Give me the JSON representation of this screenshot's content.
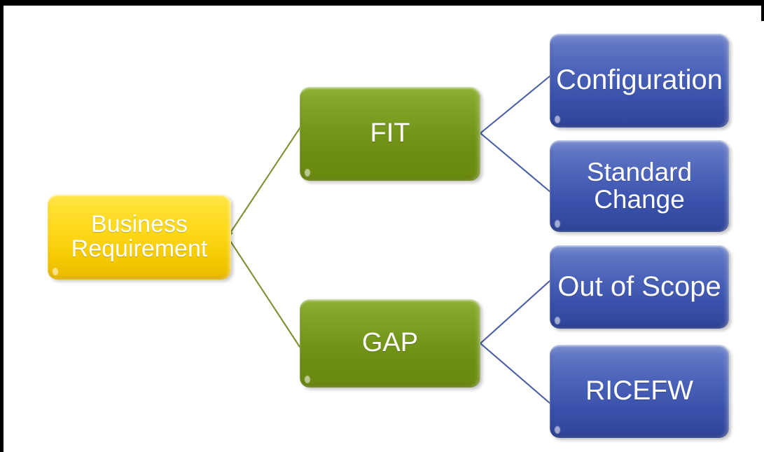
{
  "diagram": {
    "title": "Business Requirement FIT GAP classification",
    "background_color": "#ffffff",
    "frame_color": "#000000",
    "connector_colors": {
      "root_to_mid": "#7d9033",
      "mid_to_leaf": "#4a5fa5"
    },
    "nodes": {
      "root": {
        "label": "Business\nRequirement",
        "color": "#fdd716",
        "text_color": "#ffffff",
        "font_size": "34px"
      },
      "fit": {
        "label": "FIT",
        "color": "#77991d",
        "text_color": "#ffffff",
        "font_size": "38px"
      },
      "gap": {
        "label": "GAP",
        "color": "#77991d",
        "text_color": "#ffffff",
        "font_size": "38px"
      },
      "configuration": {
        "label": "Configuration",
        "color": "#4a62b8",
        "text_color": "#ffffff",
        "font_size": "40px"
      },
      "standard_change": {
        "label": "Standard\nChange",
        "color": "#4a62b8",
        "text_color": "#ffffff",
        "font_size": "37px"
      },
      "out_of_scope": {
        "label": "Out of Scope",
        "color": "#4a62b8",
        "text_color": "#ffffff",
        "font_size": "40px"
      },
      "ricefw": {
        "label": "RICEFW",
        "color": "#4a62b8",
        "text_color": "#ffffff",
        "font_size": "39px"
      }
    }
  }
}
